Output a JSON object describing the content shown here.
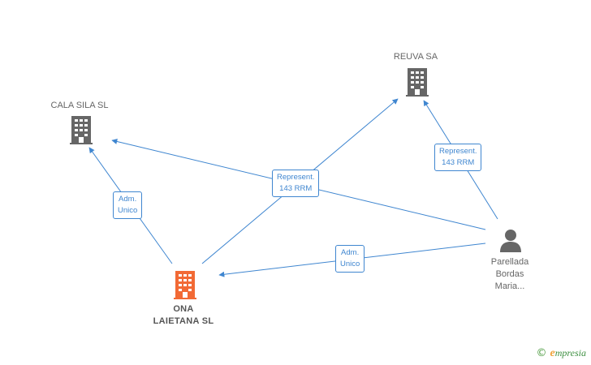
{
  "nodes": {
    "cala_sila": {
      "name_lines": [
        "CALA SILA  SL"
      ],
      "icon": "building-icon",
      "color": "#666666"
    },
    "reuva": {
      "name_lines": [
        "REUVA SA"
      ],
      "icon": "building-icon",
      "color": "#666666"
    },
    "ona_laietana": {
      "name_lines": [
        "ONA",
        "LAIETANA  SL"
      ],
      "icon": "building-icon",
      "color": "#f26a35"
    },
    "parellada": {
      "name_lines": [
        "Parellada",
        "Bordas",
        "Maria..."
      ],
      "icon": "person-icon",
      "color": "#666666"
    }
  },
  "edges": {
    "adm_unico_ona_cala": {
      "lines": [
        "Adm.",
        "Unico"
      ]
    },
    "represent_ona_reuva": {
      "lines": [
        "Represent.",
        "143 RRM"
      ]
    },
    "represent_parellada_reuva": {
      "lines": [
        "Represent.",
        "143 RRM"
      ]
    },
    "adm_unico_parellada_ona": {
      "lines": [
        "Adm.",
        "Unico"
      ]
    }
  },
  "colors": {
    "edge": "#3f86d0",
    "company": "#666666",
    "focus_company": "#f26a35",
    "person": "#666666"
  },
  "footer": {
    "copyright_symbol": "©",
    "brand_initial": "e",
    "brand_rest": "mpresia"
  }
}
